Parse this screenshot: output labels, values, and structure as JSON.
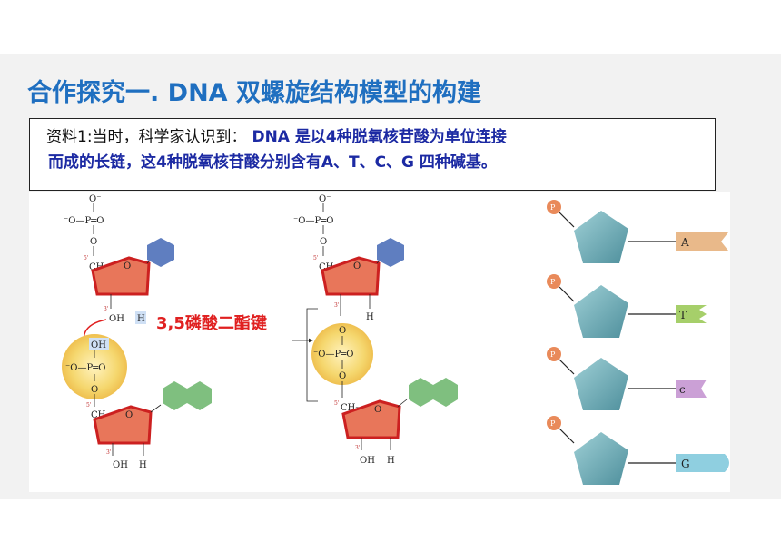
{
  "title": "合作探究一. DNA 双螺旋结构模型的构建",
  "material": {
    "lead": "资料1:当时，科学家认识到：",
    "line1_blue": "DNA 是以4种脱氧核苷酸为单位连接",
    "line2": "而成的长链，这4种脱氧核苷酸分别含有A、T、C、G  四种碱基。"
  },
  "bond_label": "3,5磷酸二酯键",
  "chem": {
    "o_minus": "O⁻",
    "minus_o_p_o": "⁻O—P═O",
    "o": "O",
    "ch2": "CH₂",
    "ring_o": "O",
    "oh": "OH",
    "h": "H",
    "five": "5'",
    "three": "3'",
    "p": "P"
  },
  "bases": [
    "A",
    "T",
    "c",
    "G"
  ],
  "colors": {
    "title": "#1f6fc0",
    "text_blue": "#1c2aa3",
    "sugar": "#e8765a",
    "sugar_edge": "#cc2020",
    "base_hex": "#5f7ec0",
    "base_double": "#7fbf7f",
    "phosphate_glow": "#f5d76e",
    "arrow_red": "#e02020",
    "p_circle": "#e98a5a",
    "pentagon": "#6aaab5",
    "tag_a": "#e9b98a",
    "tag_t": "#a6cf6a",
    "tag_c": "#cba0d6",
    "tag_g": "#8fcfe0"
  }
}
